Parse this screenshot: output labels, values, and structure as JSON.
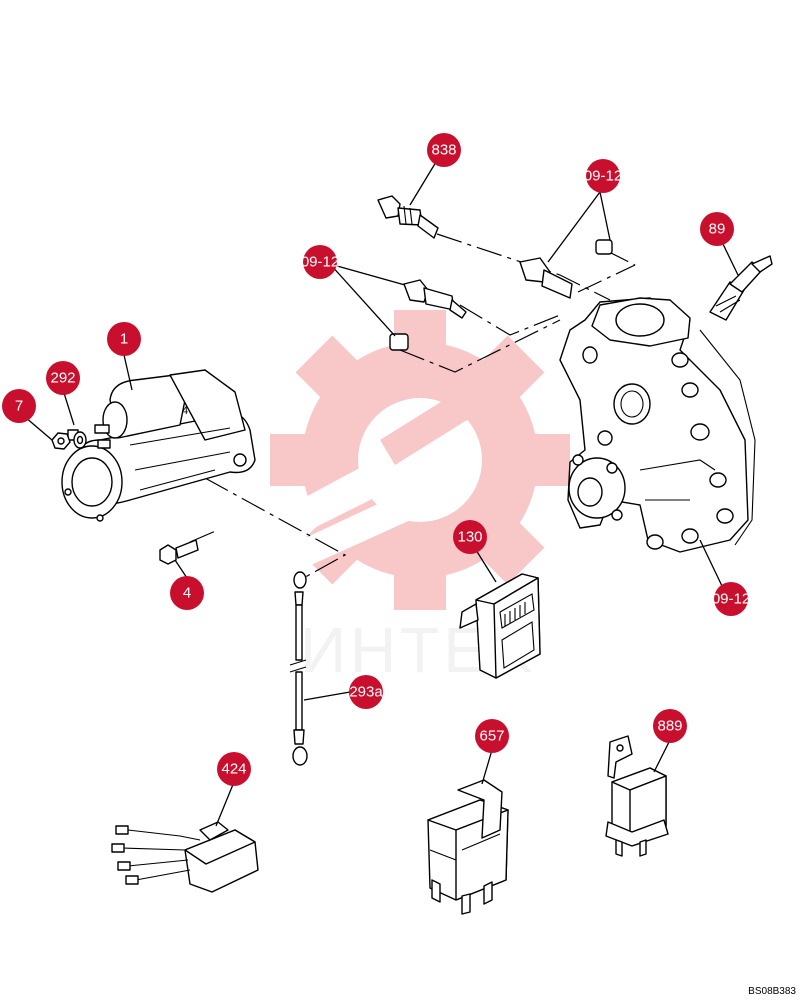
{
  "watermark": {
    "text": "ИНТЕХ",
    "color": "#f7b7b7"
  },
  "callout_color": "#c8102e",
  "drawing_code": "BS08B383",
  "starter_terminal_mark": "4",
  "callouts": [
    {
      "id": "c-1",
      "label": "1"
    },
    {
      "id": "c-292",
      "label": "292"
    },
    {
      "id": "c-7",
      "label": "7"
    },
    {
      "id": "c-4",
      "label": "4"
    },
    {
      "id": "c-838",
      "label": "838"
    },
    {
      "id": "c-09-12-top",
      "label": "09-12"
    },
    {
      "id": "c-09-12-left",
      "label": "09-12"
    },
    {
      "id": "c-89",
      "label": "89"
    },
    {
      "id": "c-09-12-right",
      "label": "09-12"
    },
    {
      "id": "c-130",
      "label": "130"
    },
    {
      "id": "c-293a",
      "label": "293a"
    },
    {
      "id": "c-424",
      "label": "424"
    },
    {
      "id": "c-657",
      "label": "657"
    },
    {
      "id": "c-889",
      "label": "889"
    }
  ]
}
